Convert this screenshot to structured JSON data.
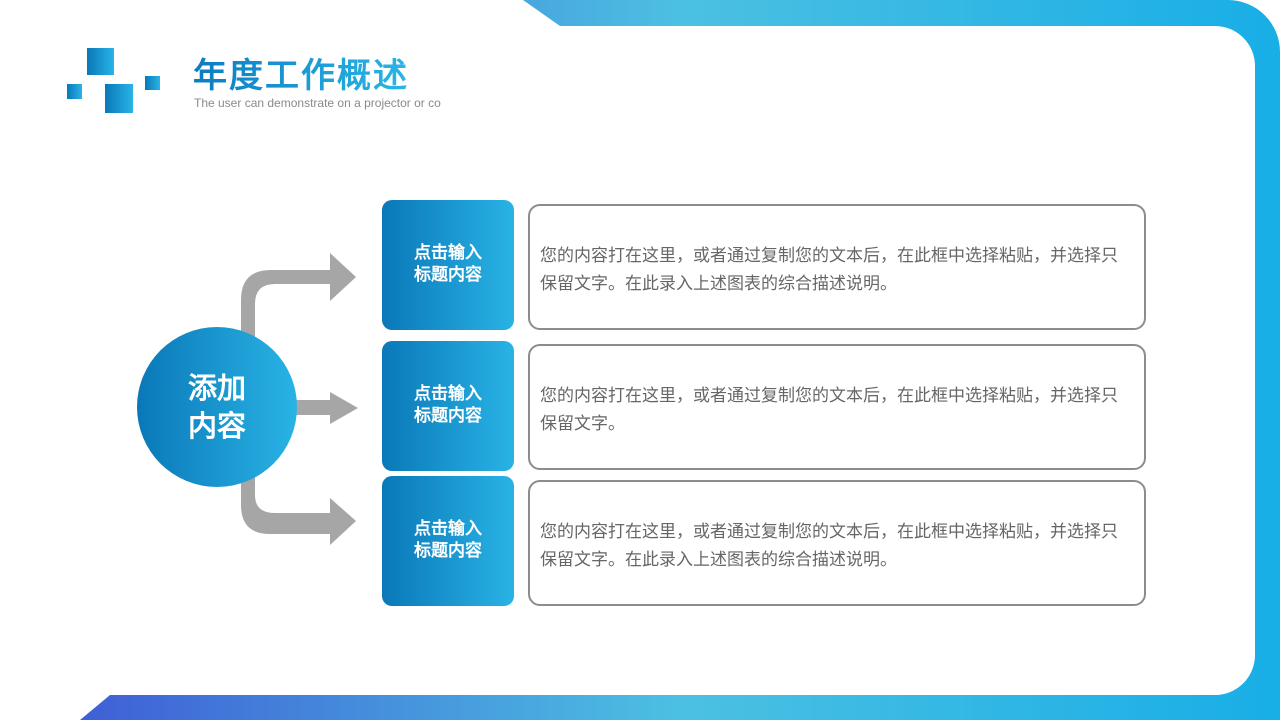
{
  "header": {
    "title": "年度工作概述",
    "subtitle": "The user can demonstrate  on a projector or co"
  },
  "center": {
    "label": "添加内容"
  },
  "items": [
    {
      "title": "点击输入标题内容",
      "text": "您的内容打在这里，或者通过复制您的文本后，在此框中选择粘贴，并选择只保留文字。在此录入上述图表的综合描述说明。"
    },
    {
      "title": "点击输入标题内容",
      "text": "您的内容打在这里，或者通过复制您的文本后，在此框中选择粘贴，并选择只保留文字。"
    },
    {
      "title": "点击输入标题内容",
      "text": "您的内容打在这里，或者通过复制您的文本后，在此框中选择粘贴，并选择只保留文字。在此录入上述图表的综合描述说明。"
    }
  ],
  "colors": {
    "accent_dark": "#0a78b8",
    "accent_light": "#29b3e5",
    "arrow": "#a6a6a6"
  }
}
